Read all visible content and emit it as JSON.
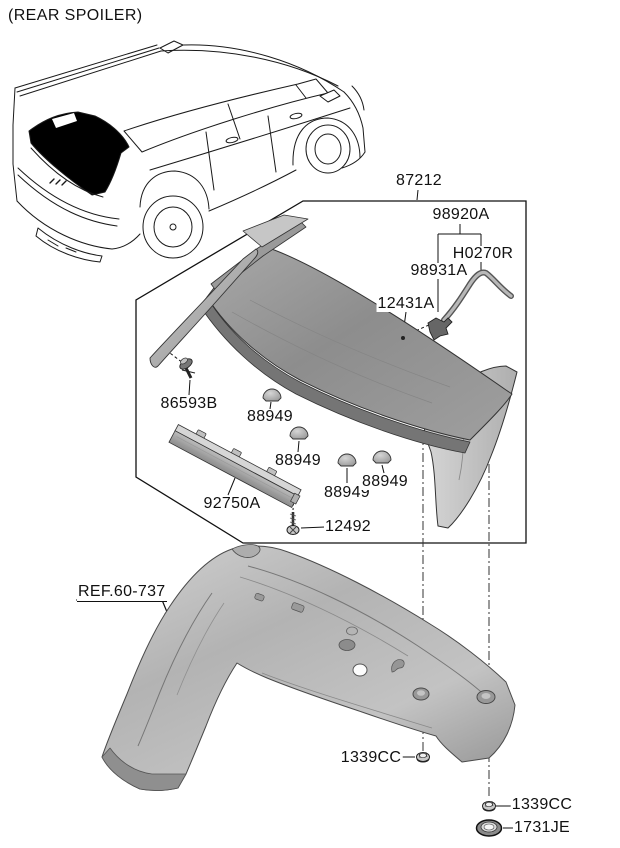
{
  "page_title": "(REAR SPOILER)",
  "callouts": {
    "assembly": "87212",
    "wiring_group": "98920A",
    "wiring_extension": "H0270R",
    "wiring_clip": "98931A",
    "stud": "12431A",
    "spoiler_clip": "86593B",
    "grommet_1": "88949",
    "grommet_2": "88949",
    "grommet_3": "88949",
    "grommet_4": "88949",
    "high_mount_stop_lamp": "92750A",
    "screw": "12492",
    "tailgate_ref": "REF.60-737",
    "nut_upper": "1339CC",
    "nut_lower": "1339CC",
    "grommet_washer": "1731JE"
  },
  "colors": {
    "line": "#1a1a1a",
    "spoiler_gray": "#979797",
    "panel_gray": "#b5b5b5"
  }
}
